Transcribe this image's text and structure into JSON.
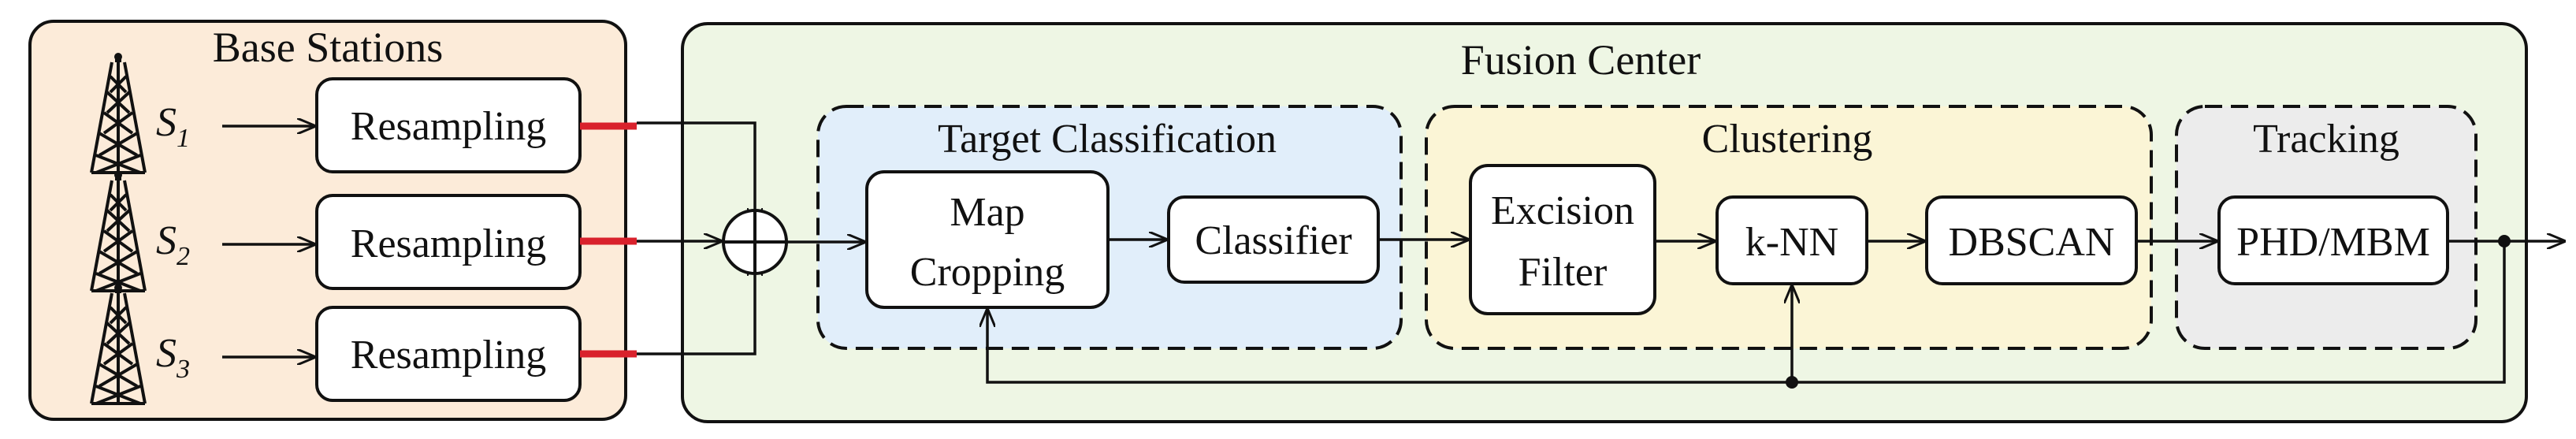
{
  "colors": {
    "base_panel": "#fcebd9",
    "fusion_panel": "#eef6e4",
    "classification_group": "#e1eefa",
    "clustering_group": "#fbf5d6",
    "tracking_group": "#ececec",
    "link_marker": "#d9212c",
    "stroke": "#111111"
  },
  "icons": {
    "tower": "radio-tower-icon",
    "sum": "summing-junction-icon"
  },
  "base_stations": {
    "title": "Base Stations",
    "stations": [
      {
        "symbol": "S",
        "subscript": "1",
        "block": "Resampling"
      },
      {
        "symbol": "S",
        "subscript": "2",
        "block": "Resampling"
      },
      {
        "symbol": "S",
        "subscript": "3",
        "block": "Resampling"
      }
    ]
  },
  "fusion_center": {
    "title": "Fusion Center",
    "target_classification": {
      "title": "Target Classification",
      "map_cropping": [
        "Map",
        "Cropping"
      ],
      "classifier": "Classifier"
    },
    "clustering": {
      "title": "Clustering",
      "excision_filter": [
        "Excision",
        "Filter"
      ],
      "knn": "k-NN",
      "dbscan": "DBSCAN"
    },
    "tracking": {
      "title": "Tracking",
      "phd_mbm": "PHD/MBM"
    }
  }
}
